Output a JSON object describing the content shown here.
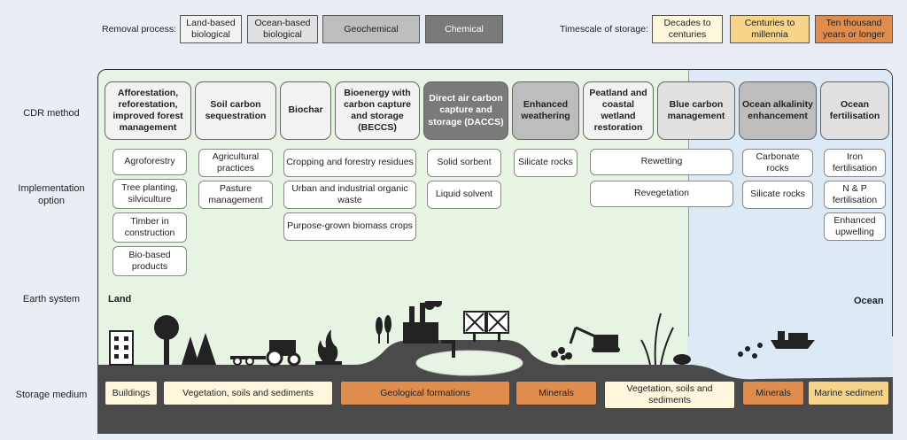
{
  "legend": {
    "removal_label": "Removal process:",
    "removal": [
      {
        "label": "Land-based biological",
        "color": "#f2f2f2"
      },
      {
        "label": "Ocean-based biological",
        "color": "#e0e0e0"
      },
      {
        "label": "Geochemical",
        "color": "#bdbdbd"
      },
      {
        "label": "Chemical",
        "color": "#7a7a7a"
      }
    ],
    "timescale_label": "Timescale of storage:",
    "timescale": [
      {
        "label": "Decades to centuries",
        "color": "#fff6dc"
      },
      {
        "label": "Centuries to millennia",
        "color": "#f6d48a"
      },
      {
        "label": "Ten thousand years or longer",
        "color": "#e08c4c"
      }
    ]
  },
  "rows": {
    "cdr_method": "CDR method",
    "implementation": "Implementation option",
    "earth_system": "Earth system",
    "storage_medium": "Storage medium"
  },
  "earth": {
    "land": "Land",
    "ocean": "Ocean"
  },
  "cdr_methods": [
    "Afforestation, reforestation, improved forest management",
    "Soil carbon sequestration",
    "Biochar",
    "Bioenergy with carbon capture and storage (BECCS)",
    "Direct air carbon capture and storage (DACCS)",
    "Enhanced weathering",
    "Peatland and coastal wetland restoration",
    "Blue carbon management",
    "Ocean alkalinity enhancement",
    "Ocean fertilisation"
  ],
  "options": {
    "forest": [
      "Agroforestry",
      "Tree planting, silviculture",
      "Timber in construction",
      "Bio-based products"
    ],
    "soil": [
      "Agricultural practices",
      "Pasture management"
    ],
    "beccs": [
      "Cropping and forestry residues",
      "Urban and industrial organic waste",
      "Purpose-grown biomass crops"
    ],
    "daccs": [
      "Solid sorbent",
      "Liquid solvent"
    ],
    "weathering": [
      "Silicate rocks"
    ],
    "peat": [
      "Rewetting",
      "Revegetation"
    ],
    "alkalinity": [
      "Carbonate rocks",
      "Silicate rocks"
    ],
    "fertilisation": [
      "Iron fertilisation",
      "N & P fertilisation",
      "Enhanced upwelling"
    ]
  },
  "storage": [
    "Buildings",
    "Vegetation, soils and sediments",
    "Geological formations",
    "Minerals",
    "Vegetation, soils and sediments",
    "Minerals",
    "Marine sediment"
  ]
}
